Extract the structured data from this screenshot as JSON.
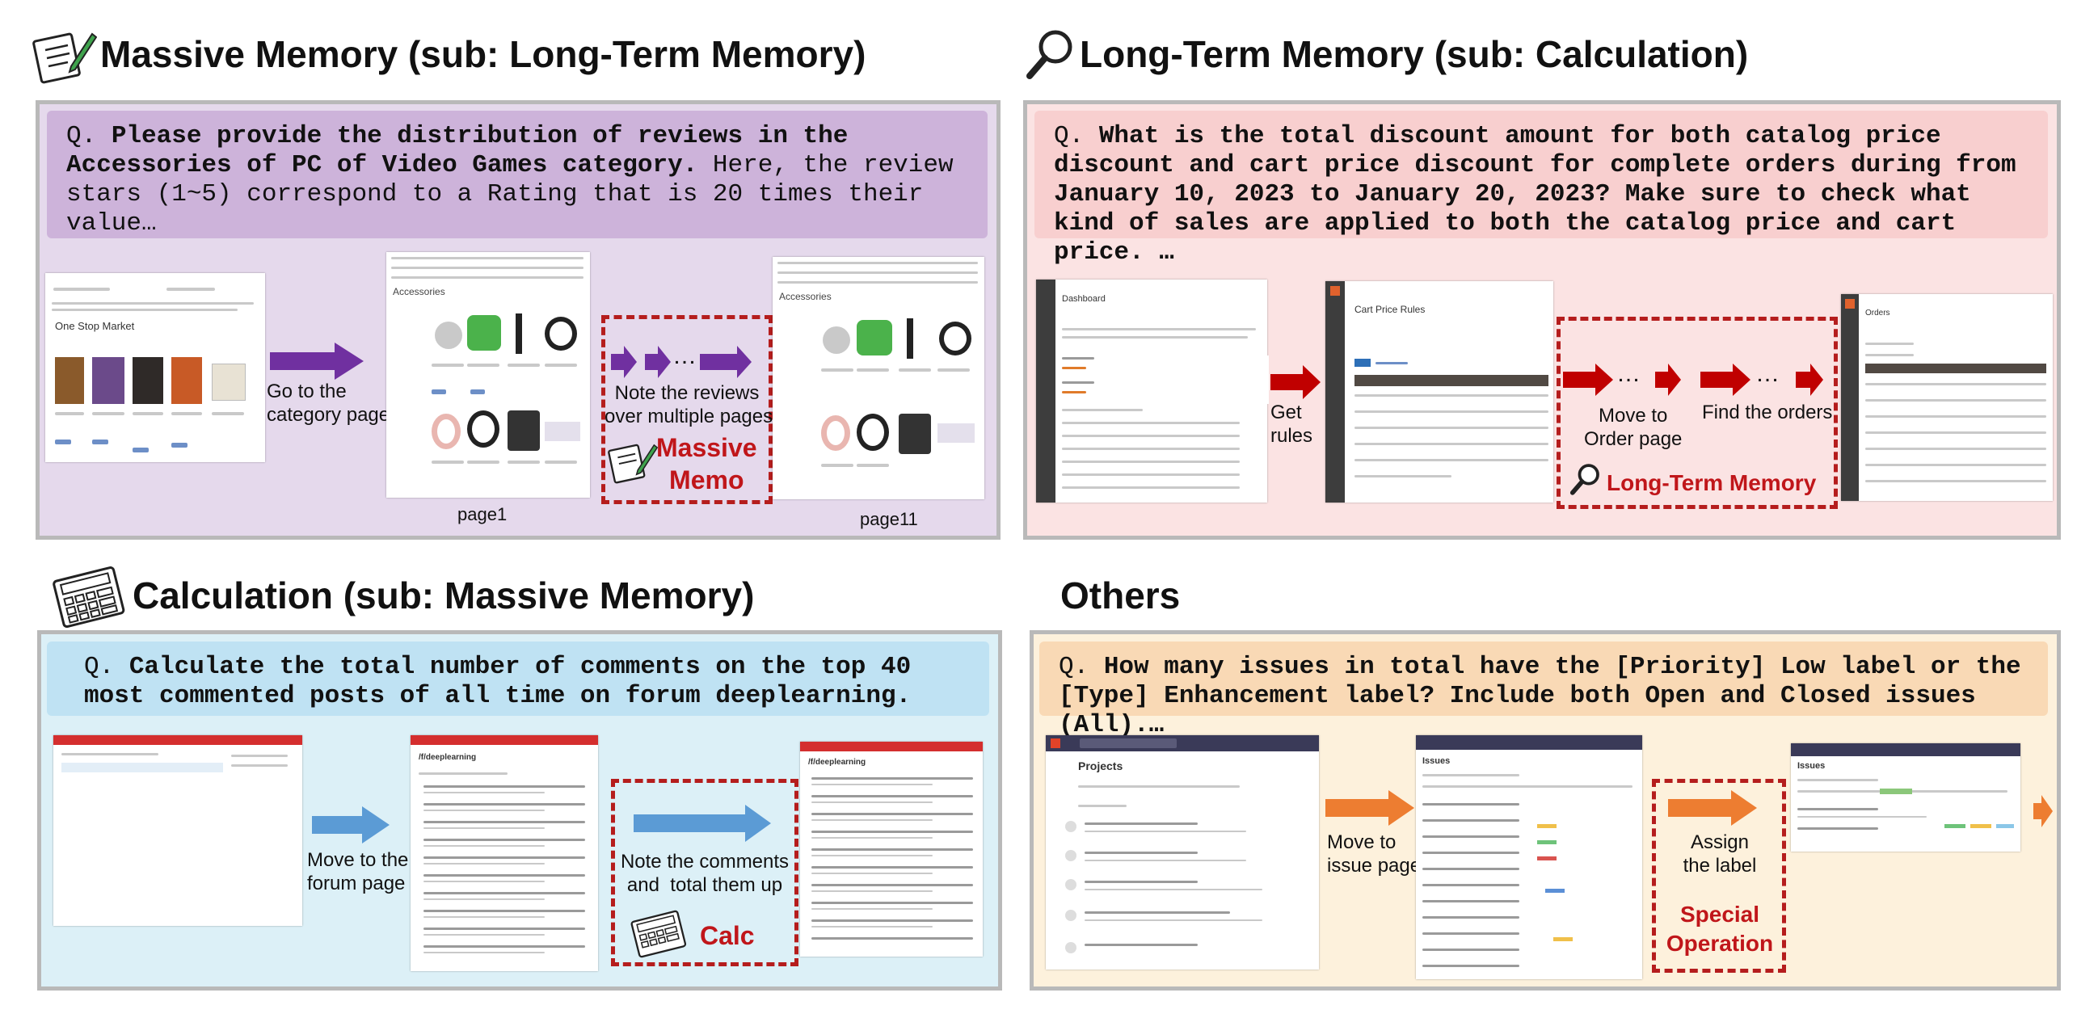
{
  "sections": {
    "top_left": {
      "title": "Massive Memory (sub: Long-Term Memory)",
      "question_prefix": "Q.",
      "question_bold": "Please provide the distribution of reviews in the Accessories of PC of Video Games category.",
      "question_rest": " Here, the review stars (1~5) correspond to a Rating that is 20 times their value…",
      "step1": "Go to the\ncategory page",
      "step2": "Note the reviews\nover multiple pages",
      "badge": "Massive\nMemo",
      "page_first": "page1",
      "page_last": "page11",
      "shot1_title": "One Stop Market",
      "shot2_title": "Accessories",
      "shot3_title": "Accessories"
    },
    "top_right": {
      "title": "Long-Term Memory (sub: Calculation)",
      "question_prefix": "Q.",
      "question_bold": "What is the total discount amount for both catalog price discount and cart price discount for complete orders during from January 10, 2023 to January 20, 2023? Make sure to check what kind of sales are applied to both the catalog price and cart price. …",
      "step1": "Get\nrules",
      "step2": "Move to\nOrder page",
      "step3": "Find the orders",
      "badge": "Long-Term Memory",
      "dots": "…",
      "shot1_title": "Dashboard",
      "shot2_title": "Cart Price Rules",
      "shot3_title": "Orders"
    },
    "bottom_left": {
      "title": "Calculation (sub: Massive Memory)",
      "question_prefix": "Q.",
      "question_bold": "Calculate the total number of comments on the top 40 most commented posts of all time on forum deeplearning.",
      "step1": "Move to the\nforum page",
      "step2": "Note the comments\nand  total them up",
      "badge": "Calc",
      "shot2_title": "/f/deeplearning",
      "shot3_title": "/f/deeplearning"
    },
    "bottom_right": {
      "title": "Others",
      "question_prefix": "Q.",
      "question_bold": "How many issues in total have the [Priority] Low label or the [Type] Enhancement label? Include both Open and Closed issues (All).…",
      "step1": "Move to\nissue page",
      "step2": "Assign\nthe label",
      "badge": "Special\nOperation",
      "shot1_title": "Projects",
      "shot2_title": "Issues",
      "shot3_title": "Issues"
    }
  },
  "colors": {
    "purple_bg": "#e5d9ec",
    "purple_q": "#cdb3da",
    "purple_arrow": "#7030a0",
    "pink_bg": "#fbe3e3",
    "pink_q": "#f8cfcf",
    "red_arrow": "#c00000",
    "blue_bg": "#dcf0f7",
    "blue_q": "#bfe2f3",
    "blue_arrow": "#5b9bd5",
    "orange_bg": "#fdf1dc",
    "orange_q": "#f9d9b5",
    "orange_arrow": "#ed7d31",
    "badge_red": "#c0161a"
  },
  "icons": [
    "notepad-pencil-icon",
    "magnifier-icon",
    "calculator-icon"
  ]
}
